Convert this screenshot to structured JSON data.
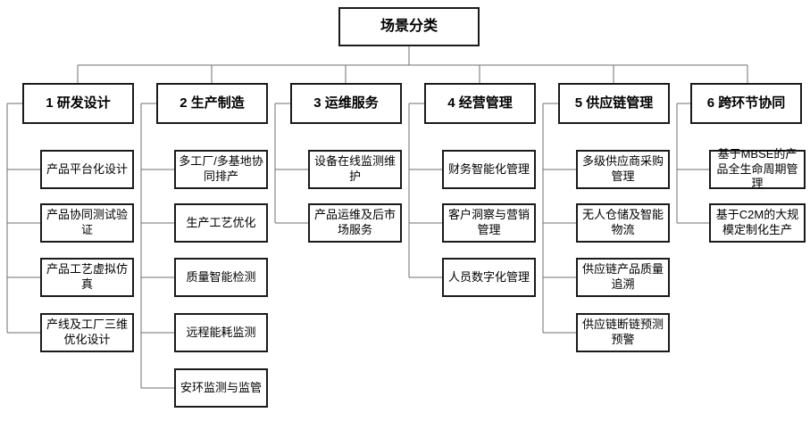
{
  "diagram": {
    "root": {
      "label": "场景分类"
    },
    "columns": [
      {
        "header": "1 研发设计",
        "items": [
          "产品平台化设计",
          "产品协同测试验证",
          "产品工艺虚拟仿真",
          "产线及工厂三维优化设计"
        ]
      },
      {
        "header": "2 生产制造",
        "items": [
          "多工厂/多基地协同排产",
          "生产工艺优化",
          "质量智能检测",
          "远程能耗监测",
          "安环监测与监管"
        ]
      },
      {
        "header": "3 运维服务",
        "items": [
          "设备在线监测维护",
          "产品运维及后市场服务"
        ]
      },
      {
        "header": "4 经营管理",
        "items": [
          "财务智能化管理",
          "客户洞察与营销管理",
          "人员数字化管理"
        ]
      },
      {
        "header": "5 供应链管理",
        "items": [
          "多级供应商采购管理",
          "无人仓储及智能物流",
          "供应链产品质量追溯",
          "供应链断链预测预警"
        ]
      },
      {
        "header": "6 跨环节协同",
        "items": [
          "基于MBSE的产品全生命周期管理",
          "基于C2M的大规模定制化生产"
        ]
      }
    ],
    "colors": {
      "background": "#ffffff",
      "box_border": "#1a1a1a",
      "connector": "#6f6f6f",
      "text": "#000000"
    }
  }
}
